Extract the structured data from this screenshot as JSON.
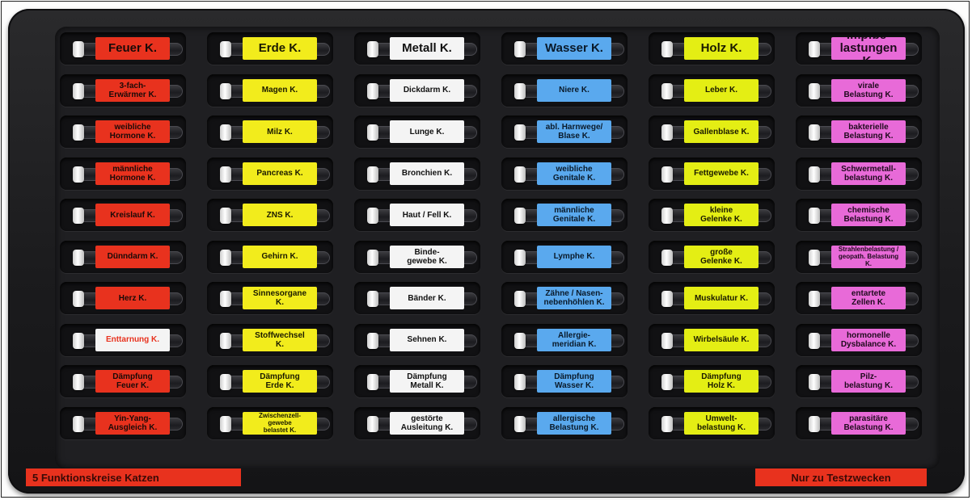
{
  "tray": {
    "bottom_left_label": "5 Funktionskreise Katzen",
    "bottom_right_label": "Nur zu Testzwecken"
  },
  "colors": {
    "red": "#e8321e",
    "yellow": "#f2ec1c",
    "white": "#f4f4f4",
    "blue": "#5aa9ee",
    "lime": "#e4ee14",
    "pink": "#e86ad8",
    "tray": "#1f1f22"
  },
  "columns": [
    {
      "color": "red",
      "vials": [
        "Feuer K.",
        "3-fach-\nErwärmer K.",
        "weibliche\nHormone K.",
        "männliche\nHormone K.",
        "Kreislauf K.",
        "Dünndarm K.",
        "Herz K.",
        "Enttarnung K.",
        "Dämpfung\nFeuer K.",
        "Yin-Yang-\nAusgleich K."
      ]
    },
    {
      "color": "yellow",
      "vials": [
        "Erde K.",
        "Magen K.",
        "Milz K.",
        "Pancreas K.",
        "ZNS K.",
        "Gehirn K.",
        "Sinnesorgane\nK.",
        "Stoffwechsel\nK.",
        "Dämpfung\nErde K.",
        "Zwischenzell-\ngewebe\nbelastet K."
      ]
    },
    {
      "color": "white",
      "vials": [
        "Metall K.",
        "Dickdarm K.",
        "Lunge K.",
        "Bronchien K.",
        "Haut / Fell K.",
        "Binde-\ngewebe K.",
        "Bänder K.",
        "Sehnen K.",
        "Dämpfung\nMetall K.",
        "gestörte\nAusleitung K."
      ]
    },
    {
      "color": "blue",
      "vials": [
        "Wasser K.",
        "Niere K.",
        "abl. Harnwege/\nBlase K.",
        "weibliche\nGenitale K.",
        "männliche\nGenitale K.",
        "Lymphe K.",
        "Zähne / Nasen-\nnebenhöhlen K.",
        "Allergie-\nmeridian K.",
        "Dämpfung\nWasser K.",
        "allergische\nBelastung K."
      ]
    },
    {
      "color": "lime",
      "vials": [
        "Holz K.",
        "Leber K.",
        "Gallenblase K.",
        "Fettgewebe K.",
        "kleine\nGelenke K.",
        "große\nGelenke K.",
        "Muskulatur K.",
        "Wirbelsäule K.",
        "Dämpfung\nHolz K.",
        "Umwelt-\nbelastung K."
      ]
    },
    {
      "color": "pink",
      "vials": [
        "Impfbe-\nlastungen K.",
        "virale\nBelastung K.",
        "bakterielle\nBelastung K.",
        "Schwermetall-\nbelastung K.",
        "chemische\nBelastung K.",
        "Strahlenbelastung /\ngeopath. Belastung\nK.",
        "entartete\nZellen K.",
        "hormonelle\nDysbalance K.",
        "Pilz-\nbelastung K.",
        "parasitäre\nBelastung K."
      ]
    }
  ]
}
